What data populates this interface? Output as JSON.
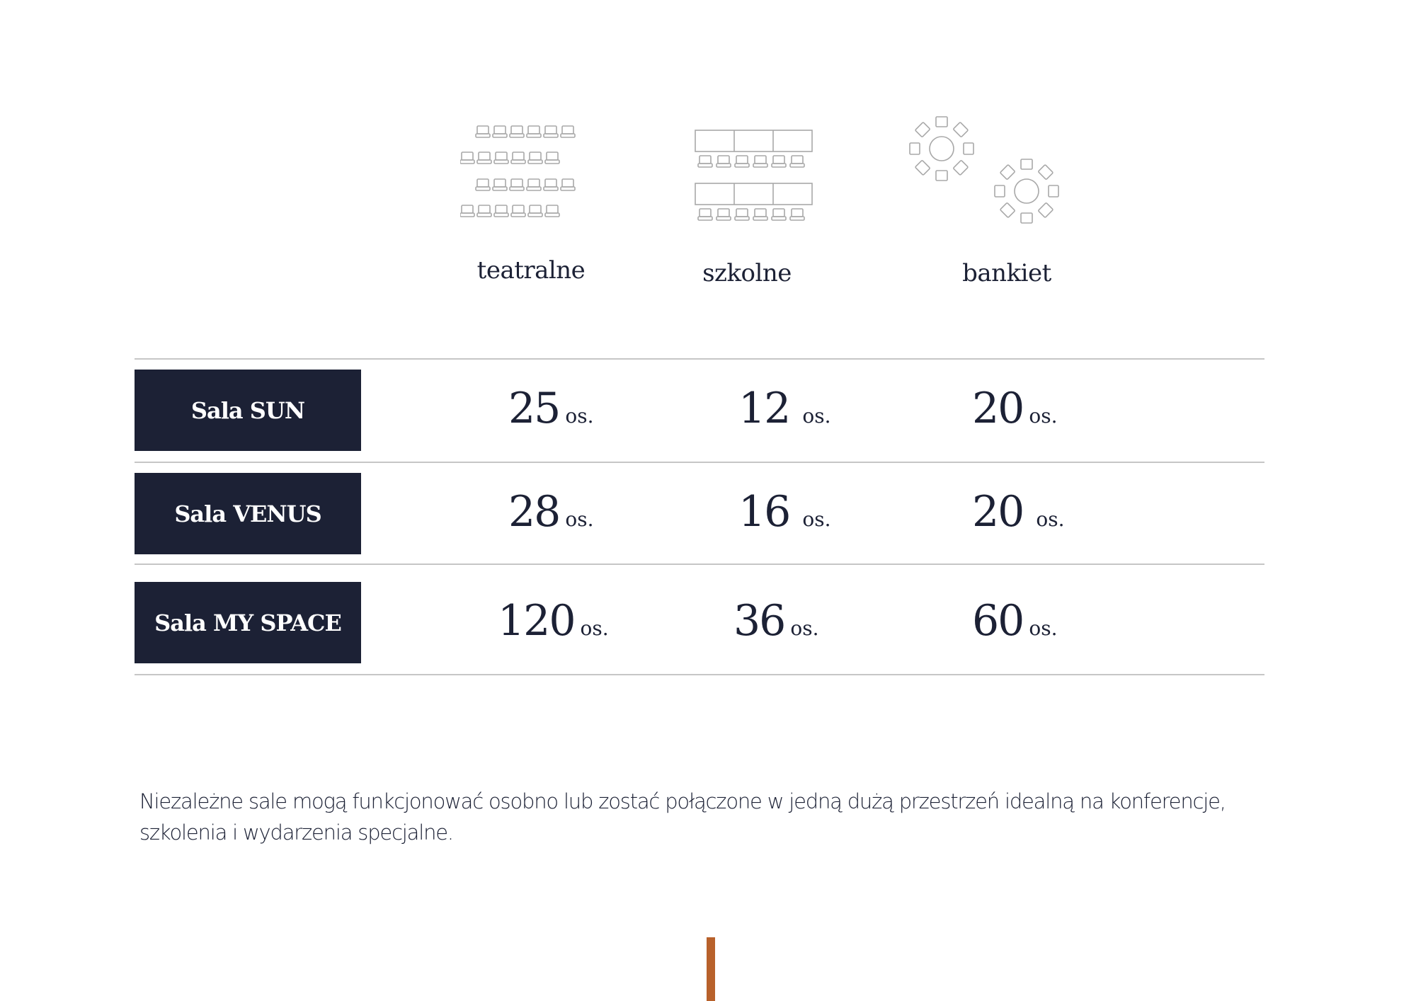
{
  "layouts": [
    {
      "icon": "theater-seating-icon",
      "label": "teatralne"
    },
    {
      "icon": "classroom-seating-icon",
      "label": "szkolne"
    },
    {
      "icon": "banquet-seating-icon",
      "label": "bankiet"
    }
  ],
  "rooms": [
    {
      "name": "Sala SUN",
      "teatralne": "25",
      "szkolne": "12",
      "bankiet": "20",
      "unit": "os."
    },
    {
      "name": "Sala VENUS",
      "teatralne": "28",
      "szkolne": "16",
      "bankiet": "20",
      "unit": "os."
    },
    {
      "name": "Sala MY SPACE",
      "teatralne": "120",
      "szkolne": "36",
      "bankiet": "60",
      "unit": "os."
    }
  ],
  "note": "Niezależne sale mogą funkcjonować osobno lub zostać połączone w jedną dużą przestrzeń idealną na konferencje, szkolenia i wydarzenia specjalne.",
  "colors": {
    "navy": "#1c2135",
    "accent": "#b8612b",
    "icon_gray": "#a8a8a8",
    "rule": "#c6c6c6"
  }
}
